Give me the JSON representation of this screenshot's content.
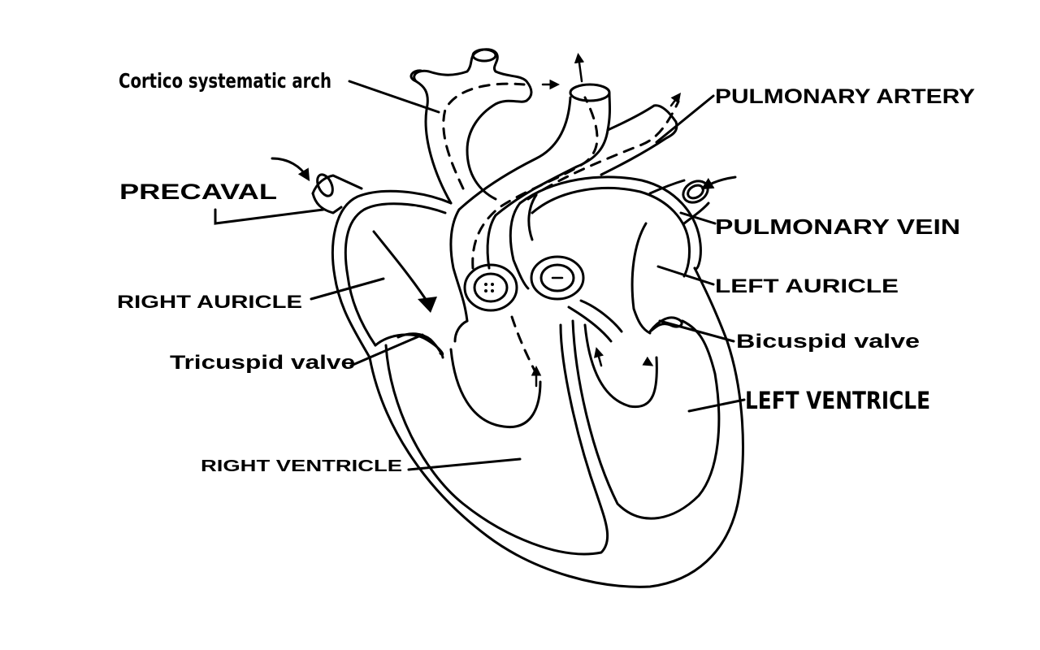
{
  "labels": {
    "cortico_systematic_arch": "Cortico systematic arch",
    "pulmonary_artery": "PULMONARY ARTERY",
    "precaval": "PRECAVAL",
    "pulmonary_vein": "PULMONARY VEIN",
    "right_auricle": "RIGHT AURICLE",
    "left_auricle": "LEFT AURICLE",
    "tricuspid_valve": "Tricuspid valve",
    "bicuspid_valve": "Bicuspid valve",
    "left_ventricle": "LEFT VENTRICLE",
    "right_ventricle": "RIGHT VENTRICLE"
  }
}
